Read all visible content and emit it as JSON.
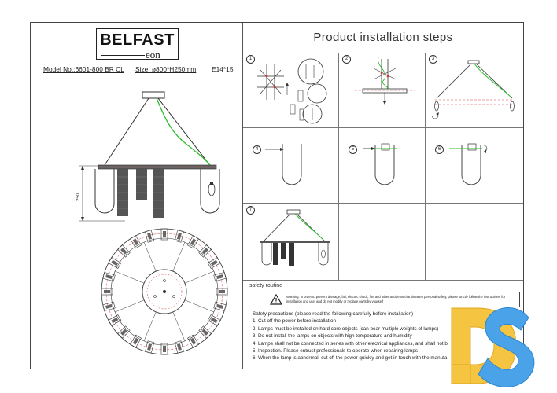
{
  "brand": {
    "name": "BELFAST",
    "sub": "eon"
  },
  "model": {
    "model_no": "Model No.:6601-800 BR CL",
    "size": "Size: ø800*H250mm",
    "socket": "E14*15"
  },
  "drawing": {
    "dimension_label": "250"
  },
  "installation": {
    "title": "Product installation steps",
    "steps": [
      "1",
      "2",
      "3",
      "4",
      "5",
      "6",
      "7"
    ]
  },
  "safety": {
    "header": "safety routine",
    "warning": "Warning: in order to prevent damage, fall, electric shock, fire and other accidents that threaten personal safety, please strictly follow the instructions for installation and use, and do not modify or replace parts by yourself",
    "precautions_title": "Safety precautions (please read the following carefully before installation)",
    "rules": [
      "1. Cut off the power before installation",
      "2. Lamps must be installed on hard core objects (can bear multiple weights of lamps)",
      "3. Do not install the lamps on objects with high temperature and humidity",
      "4. Lamps shall not be connected in series with other electrical appliances, and shall not b",
      "5. Inspection. Please entrust professionals to operate when repairing lamps",
      "6. When the lamp is abnormal, cut off the power quickly and get in touch with the manufa"
    ]
  },
  "colors": {
    "wire": "#2dbb2d",
    "line": "#333333",
    "red_dash": "#d23a3a",
    "logo_yellow": "#f5c542",
    "logo_blue": "#4aa3e8"
  }
}
